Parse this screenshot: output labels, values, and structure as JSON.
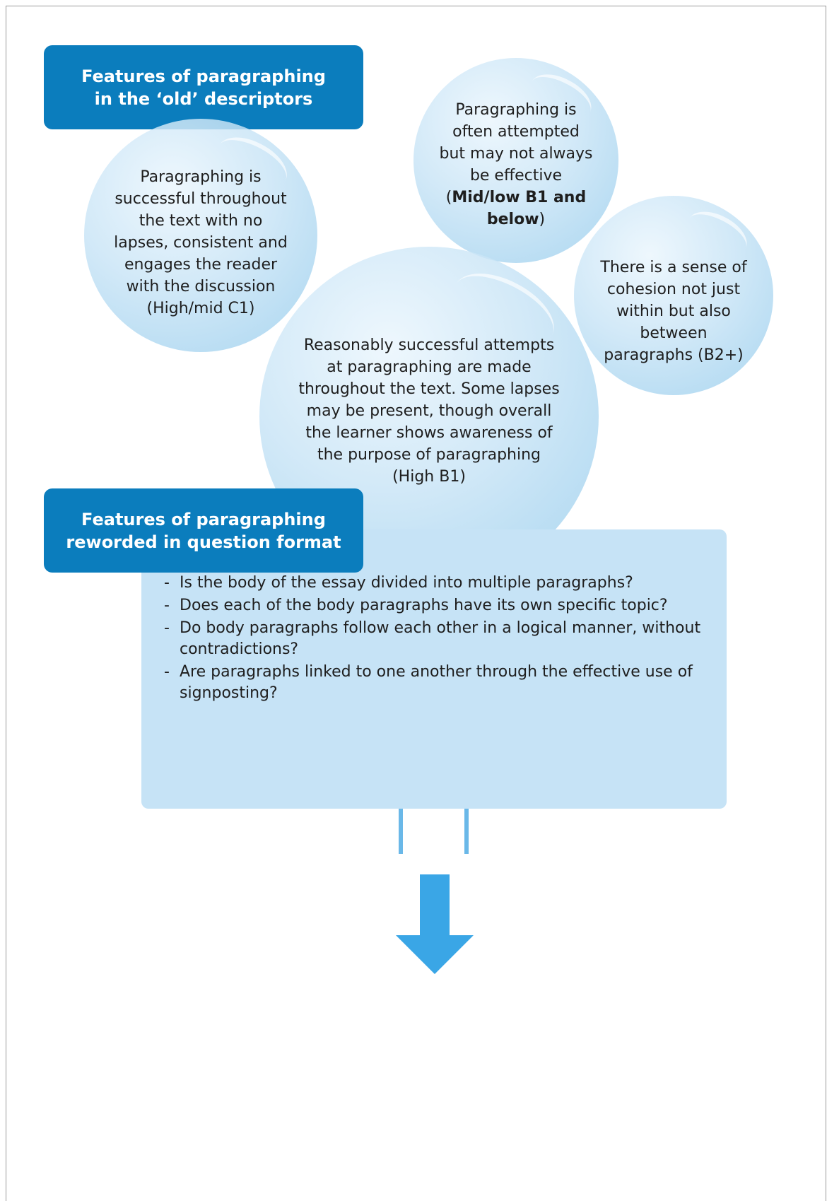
{
  "header_top": {
    "text": "Features of paragraphing\nin the ‘old’ descriptors"
  },
  "bubbles": [
    {
      "text_before": "Paragraphing is successful throughout the text with no lapses, consistent and engages the reader with the discussion (High/mid C1)",
      "bold": "",
      "text_after": ""
    },
    {
      "text_before": "Paragraphing is often attempted but may not always be effective (",
      "bold": "Mid/low B1 and below",
      "text_after": ")"
    },
    {
      "text_before": "There is a sense of cohesion not just within but also between paragraphs (B2+)",
      "bold": "",
      "text_after": ""
    },
    {
      "text_before": "Reasonably successful attempts at paragraphing are made throughout the text. Some lapses may be present, though overall the learner shows awareness of the purpose of paragraphing (High B1)",
      "bold": "",
      "text_after": ""
    }
  ],
  "header_bottom": {
    "text": "Features of paragraphing\nreworded in question format"
  },
  "questions": [
    "Is the body of the essay divided into multiple paragraphs?",
    "Does each of the body paragraphs have its own specific topic?",
    "Do body paragraphs follow each other in a logical manner, without contradictions?",
    "Are paragraphs linked to one another through the effective use of signposting?"
  ],
  "colors": {
    "header_blue": "#0b7dbd",
    "funnel_blue": "#6ab8e8",
    "arrow_blue": "#3aa6e6",
    "answer_bg": "#c6e3f6"
  }
}
